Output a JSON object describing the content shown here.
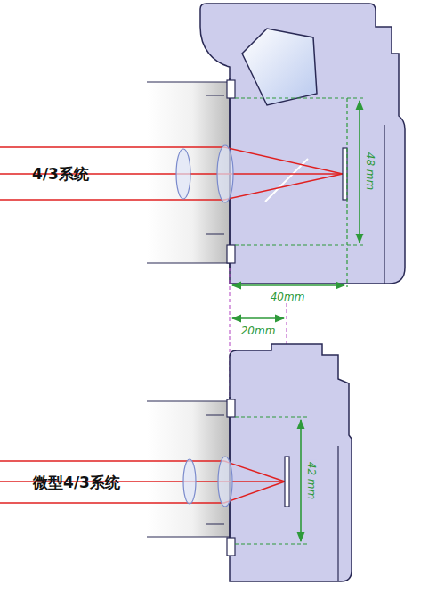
{
  "diagram": {
    "labels": [
      "4/3系统",
      "48 mm",
      "40mm",
      "20mm",
      "微型4/3系统",
      "42 mm"
    ]
  }
}
